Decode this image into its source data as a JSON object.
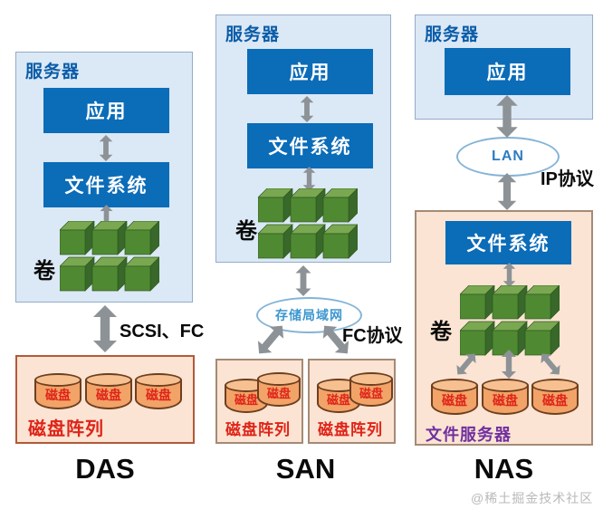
{
  "watermark": "@稀土掘金技术社区",
  "colors": {
    "blue": "#0b6cb8",
    "server-bg": "#dbe8f5",
    "server-border": "#93acc8",
    "server-title": "#0a5ca8",
    "arrow": "#8d9296",
    "peach": "#fbe4d3",
    "das-border": "#b15a39",
    "san-border": "#a58a76",
    "red": "#df2418",
    "purple": "#7030a0",
    "net-text": "#3d96cf",
    "lan-text": "#2e7cc0",
    "ellipse-border": "#85b4d6",
    "cube-front": "#4f8a33",
    "cube-top": "#7aa851",
    "cube-side": "#38682a",
    "disk-body": "#f2a368",
    "disk-top": "#f7c091",
    "disk-border": "#6e3f1f",
    "watermark-color": "#b9b9b9"
  },
  "das": {
    "title": "DAS",
    "server": {
      "label": "服务器",
      "app": "应用",
      "fs": "文件系统",
      "volume": "卷"
    },
    "link_label": "SCSI、FC",
    "array": {
      "label": "磁盘阵列",
      "disks": [
        "磁盘",
        "磁盘",
        "磁盘"
      ]
    }
  },
  "san": {
    "title": "SAN",
    "server": {
      "label": "服务器",
      "app": "应用",
      "fs": "文件系统",
      "volume": "卷"
    },
    "network": {
      "label": "存储局域网",
      "protocol": "FC协议"
    },
    "arrays": [
      {
        "label": "磁盘阵列",
        "disks": [
          "磁盘",
          "磁盘"
        ]
      },
      {
        "label": "磁盘阵列",
        "disks": [
          "磁盘",
          "磁盘"
        ]
      }
    ]
  },
  "nas": {
    "title": "NAS",
    "server": {
      "label": "服务器",
      "app": "应用"
    },
    "network": {
      "label": "LAN",
      "protocol": "IP协议"
    },
    "file_server": {
      "label": "文件服务器",
      "fs": "文件系统",
      "volume": "卷",
      "disks": [
        "磁盘",
        "磁盘",
        "磁盘"
      ]
    }
  }
}
